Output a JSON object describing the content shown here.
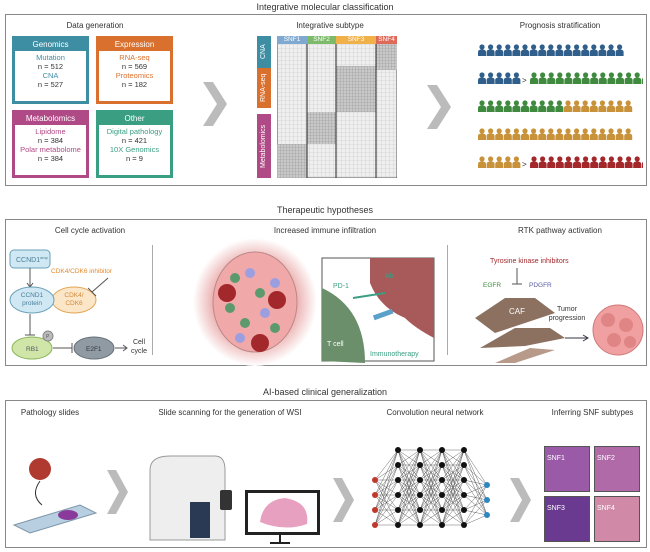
{
  "section1": {
    "title": "Integrative molecular classification",
    "data_generation": {
      "title": "Data generation",
      "boxes": [
        {
          "header": "Genomics",
          "color": "#3e8ea3",
          "items": [
            {
              "label": "Mutation",
              "n": "n = 512"
            },
            {
              "label": "CNA",
              "n": "n = 527"
            }
          ]
        },
        {
          "header": "Expression",
          "color": "#d9702e",
          "items": [
            {
              "label": "RNA-seq",
              "n": "n = 569"
            },
            {
              "label": "Proteomics",
              "n": "n = 182"
            }
          ]
        },
        {
          "header": "Metabolomics",
          "color": "#b04a86",
          "items": [
            {
              "label": "Lipidome",
              "n": "n = 384"
            },
            {
              "label": "Polar metabolome",
              "n": "n = 384"
            }
          ]
        },
        {
          "header": "Other",
          "color": "#3a9e82",
          "items": [
            {
              "label": "Digital pathology",
              "n": "n = 421"
            },
            {
              "label": "10X Genomics",
              "n": "n = 9"
            }
          ]
        }
      ]
    },
    "subtype": {
      "title": "Integrative subtype",
      "omics": [
        {
          "label": "CNA",
          "color": "#3e8ea3"
        },
        {
          "label": "RNA-seq",
          "color": "#d9702e"
        },
        {
          "label": "Metabolomics",
          "color": "#b04a86"
        }
      ],
      "clusters": [
        {
          "label": "SNF1",
          "color": "#7fa9d1"
        },
        {
          "label": "SNF2",
          "color": "#7dbb6b"
        },
        {
          "label": "SNF3",
          "color": "#f0b04a"
        },
        {
          "label": "SNF4",
          "color": "#e06a5a"
        }
      ]
    },
    "prognosis": {
      "title": "Prognosis stratification",
      "rows": [
        {
          "left": {
            "color": "#2f5f8a",
            "count": 17
          }
        },
        {
          "left": {
            "color": "#2f5f8a",
            "count": 5
          },
          "sep": ">",
          "right": {
            "color": "#3f8a3f",
            "count": 14
          }
        },
        {
          "left": {
            "color": "#3f8a3f",
            "count": 10
          },
          "right": {
            "color": "#c8923a",
            "count": 8
          }
        },
        {
          "left": {
            "color": "#c8923a",
            "count": 18
          }
        },
        {
          "left": {
            "color": "#c8923a",
            "count": 5
          },
          "sep": ">",
          "right": {
            "color": "#a3282c",
            "count": 14
          }
        }
      ]
    }
  },
  "section2": {
    "title": "Therapeutic hypotheses",
    "cell_cycle": {
      "title": "Cell cycle activation",
      "ccnd1_amp": "CCND1",
      "amp_sup": "amp",
      "protein": "CCND1\nprotein",
      "cdk": "CDK4/\nCDK6",
      "inhibitor": "CDK4/CDK6 inhibitor",
      "rb1": "RB1",
      "p": "P",
      "e2f1": "E2F1",
      "cell_cycle": "Cell\ncycle"
    },
    "immune": {
      "title": "Increased immune infiltration",
      "pd1": "PD-1",
      "ab": "Ab",
      "tcell": "T cell",
      "immunotherapy": "Immunotherapy"
    },
    "rtk": {
      "title": "RTK pathway activation",
      "tki": "Tyrosine kinase inhibitors",
      "egfr": "EGFR",
      "pdgfr": "PDGFR",
      "caf": "CAF",
      "progression": "Tumor\nprogression"
    }
  },
  "section3": {
    "title": "AI-based clinical generalization",
    "steps": [
      "Pathology slides",
      "Slide scanning for the generation of WSI",
      "Convolution neural network",
      "Inferring SNF subtypes"
    ],
    "tiles": [
      "SNF1",
      "SNF2",
      "SNF3",
      "SNF4"
    ]
  }
}
